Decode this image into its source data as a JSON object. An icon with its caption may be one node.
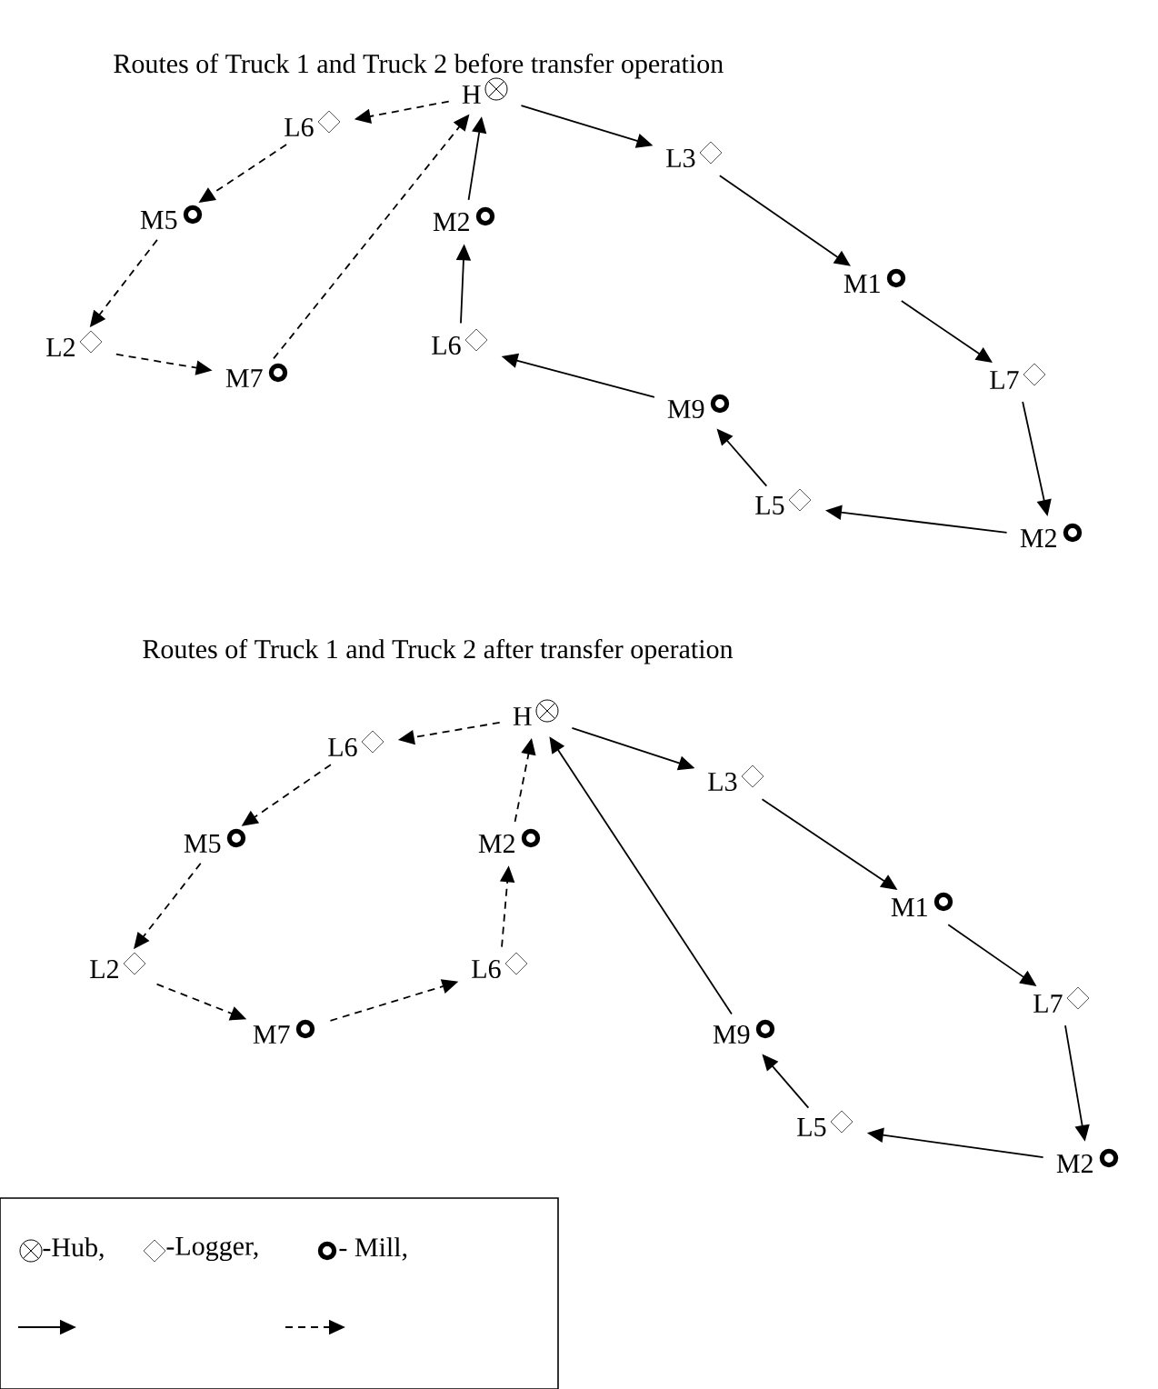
{
  "diagram": {
    "title": "Routes of Truck 1 and Truck 2 before transfer operation",
    "nodes": [
      {
        "text": [
          "H"
        ]
      },
      {
        "text": [
          "L6"
        ]
      },
      {
        "text": [
          "M5"
        ]
      },
      {
        "text": [
          "L2"
        ]
      },
      {
        "text": [
          "M7"
        ]
      },
      {
        "text": [
          "M2"
        ]
      },
      {
        "text": [
          "L6"
        ]
      },
      {
        "text": [
          "M9"
        ]
      },
      {
        "text": [
          "L5"
        ]
      },
      {
        "text": [
          "M2"
        ]
      },
      {
        "text": [
          "L7"
        ]
      },
      {
        "text": [
          "M1"
        ]
      },
      {
        "text": [
          "L3"
        ]
      },
      {
        "text": [
          "H"
        ]
      },
      {
        "text": [
          "L6"
        ]
      },
      {
        "text": [
          "M5"
        ]
      },
      {
        "text": [
          "L2"
        ]
      },
      {
        "text": [
          "M7"
        ]
      },
      {
        "text": [
          "M2"
        ]
      },
      {
        "text": [
          "L6"
        ]
      },
      {
        "text": [
          "M9"
        ]
      },
      {
        "text": [
          "L5"
        ]
      },
      {
        "text": [
          "M2"
        ]
      },
      {
        "text": [
          "L7"
        ]
      },
      {
        "text": [
          "M1"
        ]
      },
      {
        "text": [
          "L3"
        ]
      }
    ],
    "edges": [
      {
        "from": 0,
        "to": 1,
        "arrow": "to",
        "style": "dashed"
      },
      {
        "from": 1,
        "to": 2,
        "arrow": "to",
        "style": "dashed"
      },
      {
        "from": 2,
        "to": 3,
        "arrow": "to",
        "style": "dashed"
      },
      {
        "from": 3,
        "to": 4,
        "arrow": "to",
        "style": "dashed"
      },
      {
        "from": 4,
        "to": 0,
        "arrow": "to",
        "style": "dashed"
      },
      {
        "from": 0,
        "to": 12,
        "arrow": "to"
      },
      {
        "from": 12,
        "to": 11,
        "arrow": "to"
      },
      {
        "from": 11,
        "to": 10,
        "arrow": "to"
      },
      {
        "from": 10,
        "to": 9,
        "arrow": "to"
      },
      {
        "from": 9,
        "to": 8,
        "arrow": "to"
      },
      {
        "from": 8,
        "to": 7,
        "arrow": "to"
      },
      {
        "from": 7,
        "to": 6,
        "arrow": "to"
      },
      {
        "from": 6,
        "to": 5,
        "arrow": "to"
      },
      {
        "from": 5,
        "to": 0,
        "arrow": "to"
      },
      {
        "from": 13,
        "to": 14,
        "arrow": "to",
        "style": "dashed"
      },
      {
        "from": 14,
        "to": 15,
        "arrow": "to",
        "style": "dashed"
      },
      {
        "from": 15,
        "to": 16,
        "arrow": "to",
        "style": "dashed"
      },
      {
        "from": 16,
        "to": 17,
        "arrow": "to",
        "style": "dashed"
      },
      {
        "from": 17,
        "to": 19,
        "arrow": "to",
        "style": "dashed"
      },
      {
        "from": 19,
        "to": 18,
        "arrow": "to",
        "style": "dashed"
      },
      {
        "from": 18,
        "to": 13,
        "arrow": "to",
        "style": "dashed"
      },
      {
        "from": 13,
        "to": 25,
        "arrow": "to"
      },
      {
        "from": 25,
        "to": 24,
        "arrow": "to"
      },
      {
        "from": 24,
        "to": 23,
        "arrow": "to"
      },
      {
        "from": 23,
        "to": 22,
        "arrow": "to"
      },
      {
        "from": 22,
        "to": 21,
        "arrow": "to"
      },
      {
        "from": 21,
        "to": 20,
        "arrow": "to"
      },
      {
        "from": 20,
        "to": 13,
        "arrow": "to"
      }
    ],
    "labels": [
      "Routes of Truck 1 and Truck 2 after transfer operation"
    ],
    "legend": [
      {
        "text": "-Hub,"
      },
      {
        "text": "-Logger,"
      },
      {
        "text": "- Mill,"
      }
    ]
  }
}
